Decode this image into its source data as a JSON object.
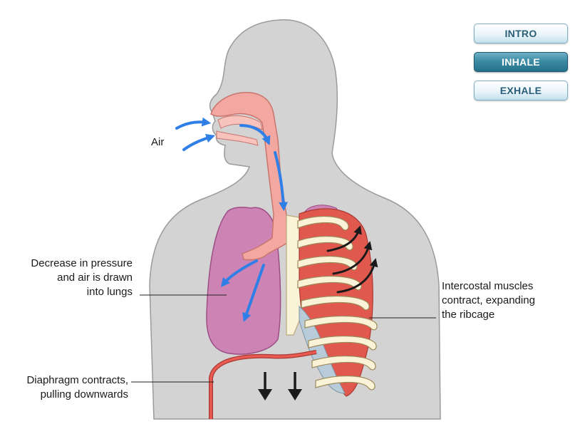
{
  "buttons": [
    {
      "id": "intro",
      "label": "INTRO",
      "active": false
    },
    {
      "id": "inhale",
      "label": "INHALE",
      "active": true
    },
    {
      "id": "exhale",
      "label": "EXHALE",
      "active": false
    }
  ],
  "labels": {
    "air": "Air",
    "pressure": [
      "Decrease in pressure",
      "and air is drawn",
      "into lungs"
    ],
    "intercostal": [
      "Intercostal muscles",
      "contract, expanding",
      "the ribcage"
    ],
    "diaphragm": [
      "Diaphragm contracts,",
      "pulling downwards"
    ]
  },
  "colors": {
    "body": "#d3d3d3",
    "body_outline": "#9a9a9a",
    "airway": "#f2a8a0",
    "airway_outline": "#c9756d",
    "lung": "#cd84b5",
    "lung_outline": "#9c4f86",
    "muscle": "#e0584e",
    "rib": "#fbf3d8",
    "cartilage": "#b8cbd9",
    "diaphragm": "#e85a52",
    "air_arrow": "#2f7fe6",
    "motion_arrow": "#1a1a1a"
  },
  "icons": [
    "air-flow-arrow-icon",
    "curved-motion-arrow-icon",
    "down-arrow-icon"
  ]
}
